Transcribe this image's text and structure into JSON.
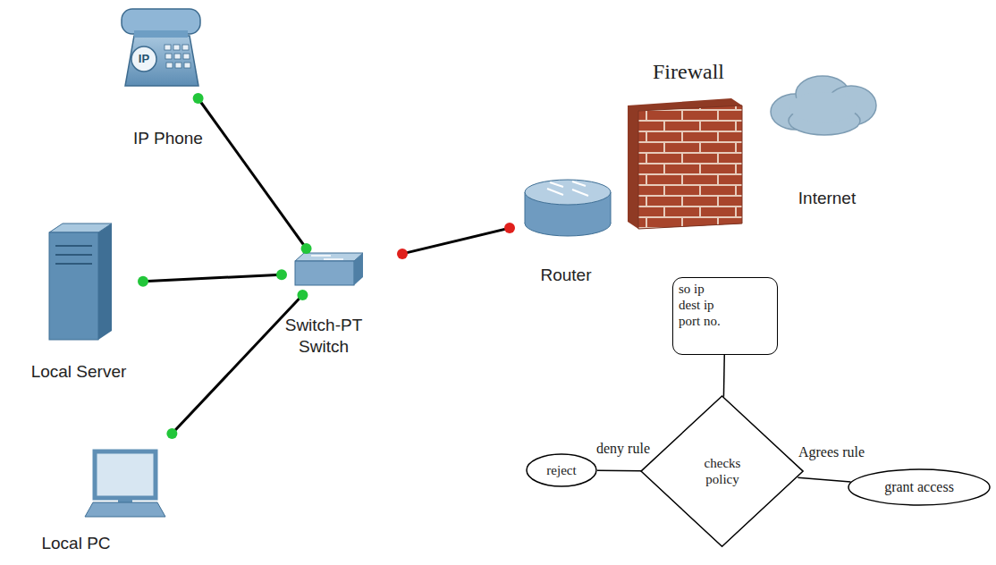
{
  "diagram": {
    "nodes": [
      {
        "text": [
          "IP Phone"
        ]
      },
      {
        "text": [
          "Firewall"
        ]
      },
      {
        "text": [
          "Internet"
        ]
      },
      {
        "text": [
          "Local Server"
        ]
      },
      {
        "text": [
          "Switch-PT Switch"
        ]
      },
      {
        "text": [
          "Router"
        ]
      },
      {
        "text": [
          "so ip dest ip port no."
        ]
      },
      {
        "text": [
          "checks policy"
        ]
      },
      {
        "text": [
          "reject"
        ]
      },
      {
        "text": [
          "grant access"
        ]
      },
      {
        "text": [
          "Local PC"
        ]
      }
    ],
    "edges": [
      {
        "from": 0,
        "to": 4,
        "arrow": "none"
      },
      {
        "from": 3,
        "to": 4,
        "arrow": "none"
      },
      {
        "from": 10,
        "to": 4,
        "arrow": "none"
      },
      {
        "from": 4,
        "to": 5,
        "arrow": "none"
      },
      {
        "from": 6,
        "to": 7,
        "arrow": "none"
      },
      {
        "from": 7,
        "to": 8,
        "label": "deny rule",
        "arrow": "none"
      },
      {
        "from": 7,
        "to": 9,
        "label": "Agrees rule",
        "arrow": "none"
      }
    ],
    "labels": [
      "IP"
    ]
  }
}
